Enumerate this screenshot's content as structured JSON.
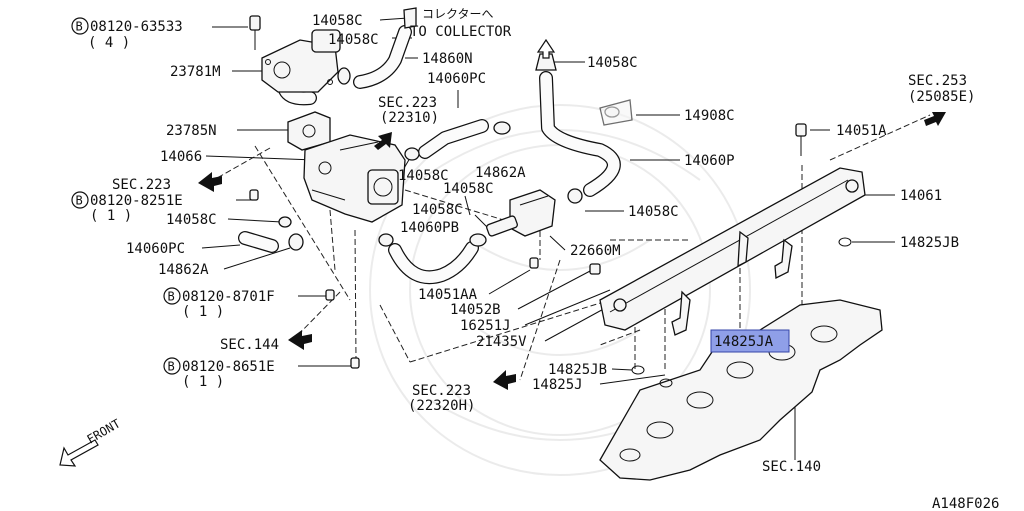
{
  "diagram": {
    "code": "A148F026",
    "highlight_color": "#8f9fe8",
    "labels": {
      "p08120_63533": "08120-63533",
      "qty_4": "( 4 )",
      "p23781M": "23781M",
      "p23785N": "23785N",
      "p14066": "14066",
      "sec223_left": "SEC.223",
      "p08120_8251E": "08120-8251E",
      "qty_1a": "( 1 )",
      "p14058C_left": "14058C",
      "p14060PC_left": "14060PC",
      "p14862A_left": "14862A",
      "p08120_8701F": "08120-8701F",
      "qty_1b": "( 1 )",
      "sec144": "SEC.144",
      "p08120_8651E": "08120-8651E",
      "qty_1c": "( 1 )",
      "front": "FRONT",
      "p14058C_top1": "14058C",
      "p14058C_top2": "14058C",
      "to_collector_jp": "コレクターへ",
      "to_collector": "TO COLLECTOR",
      "p14860N": "14860N",
      "p14060PC_top": "14060PC",
      "sec223_mid": "SEC.223",
      "sec223_mid_ref": "(22310)",
      "p14058C_mid1": "14058C",
      "p14862A_mid": "14862A",
      "p14058C_mid2": "14058C",
      "p14058C_mid3": "14058C",
      "p14060PB": "14060PB",
      "p14051AA": "14051AA",
      "p14052B": "14052B",
      "p16251J": "16251J",
      "p21435V": "21435V",
      "p14825JB_bottom": "14825JB",
      "p14825J": "14825J",
      "sec223_bottom": "SEC.223",
      "sec223_bottom_ref": "(22320H)",
      "p14058C_right_top": "14058C",
      "p14908C": "14908C",
      "p14060P": "14060P",
      "p14058C_right_mid": "14058C",
      "p22660M": "22660M",
      "sec253": "SEC.253",
      "sec253_ref": "(25085E)",
      "p14051A": "14051A",
      "p14061": "14061",
      "p14825JB_right": "14825JB",
      "p14825JA": "14825JA",
      "sec140": "SEC.140"
    }
  }
}
